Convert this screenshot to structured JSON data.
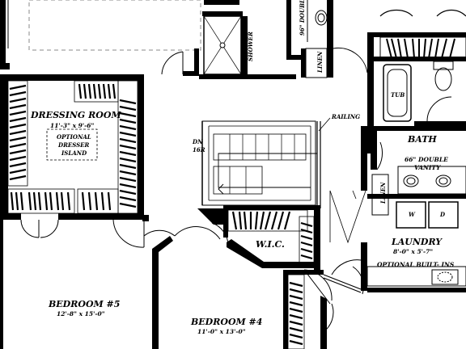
{
  "plan": {
    "rooms": {
      "dressing_room": {
        "name": "DRESSING ROOM",
        "dims": "11'-3\" x 9'-6\""
      },
      "bedroom5": {
        "name": "BEDROOM #5",
        "dims": "12'-8\" x 15'-0\""
      },
      "bedroom4": {
        "name": "BEDROOM #4",
        "dims": "11'-0\" x 13'-0\""
      },
      "wic": {
        "name": "W.I.C."
      },
      "bath": {
        "name": "BATH"
      },
      "laundry": {
        "name": "LAUNDRY",
        "dims": "8'-0\" x 5'-7\""
      }
    },
    "notes": {
      "optional_island_1": "OPTIONAL",
      "optional_island_2": "DRESSER",
      "optional_island_3": "ISLAND",
      "vanity_1": "66\" DOUBLE",
      "vanity_2": "VANITY",
      "double_vanity_96": "96\" DOUBLE",
      "optional_builtins": "OPTIONAL BUILT- INS",
      "railing": "RAILING",
      "stair_dn": "DN",
      "stair_risers": "16R"
    },
    "fixtures": {
      "shower": "SHOWER",
      "linen_upper": "LINEN",
      "linen_lower": "LINEN",
      "tub": "TUB",
      "washer": "W",
      "dryer": "D"
    }
  }
}
